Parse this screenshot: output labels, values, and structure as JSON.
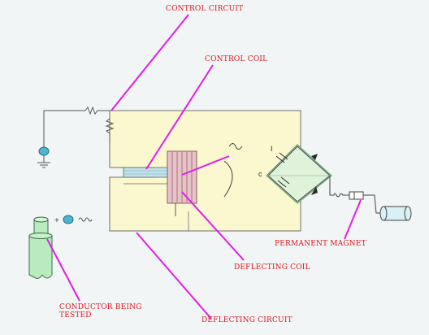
{
  "labels": {
    "control_circuit": "CONTROL CIRCUIT",
    "control_coil": "CONTROL COIL",
    "permanent_magnet": "PERMANENT MAGNET",
    "deflecting_coil": "DEFLECTING COIL",
    "conductor_line1": "CONDUCTOR BEING",
    "conductor_line2": "TESTED",
    "deflecting_circuit": "DEFLECTING CIRCUIT",
    "plus_sign": "+",
    "c_mark": "c",
    "minus_mark": "I"
  },
  "colors": {
    "background": "#f2f5f6",
    "panel_fill": "#fbf7cf",
    "panel_stroke": "#6e6e6e",
    "leader_line": "#e21ce8",
    "label_text": "#e0141c",
    "wire": "#555555",
    "bridge_fill": "#dff2da",
    "conductor_fill": "#b8ecbf",
    "coil_fill": "#e4c4c8",
    "coil_stroke": "#b0707a",
    "core_fill": "#bfe3ea",
    "sensor_fill": "#4fb6cf"
  }
}
